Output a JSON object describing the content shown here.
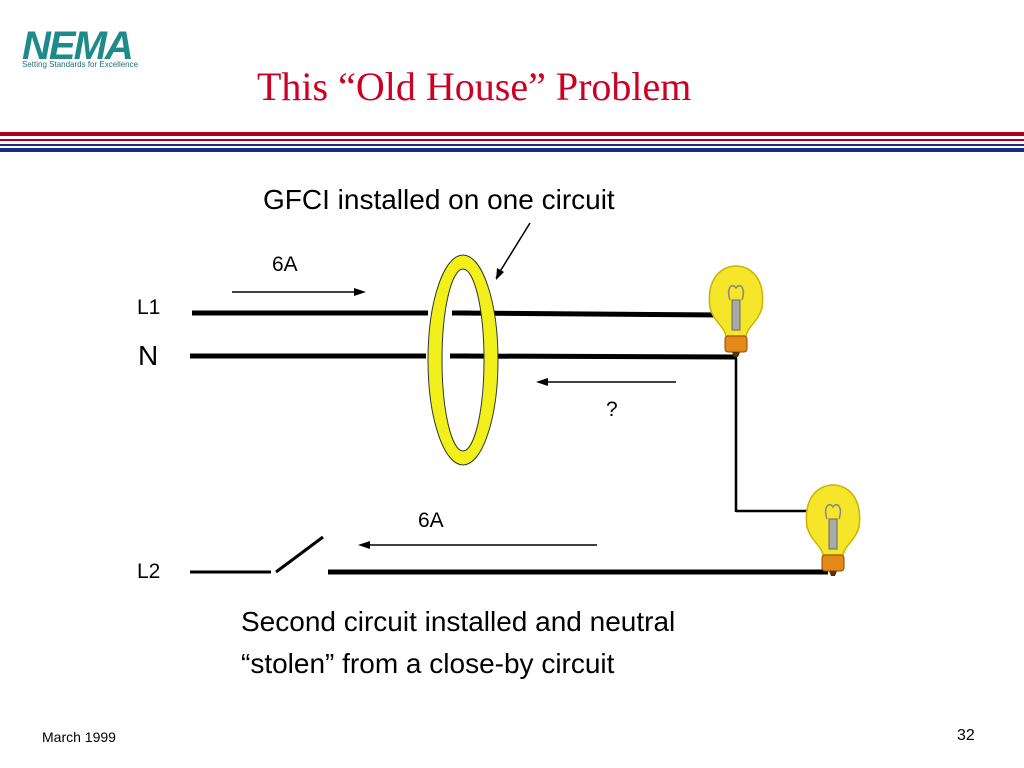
{
  "header": {
    "logo_text": "NEMA",
    "logo_tagline": "Setting Standards for Excellence",
    "title": "This “Old House” Problem"
  },
  "diagram": {
    "caption_top": "GFCI installed on one circuit",
    "current_l1": "6A",
    "label_l1": "L1",
    "label_n": "N",
    "return_current": "?",
    "current_l2": "6A",
    "label_l2": "L2",
    "caption_bottom_line1": "Second circuit installed and neutral",
    "caption_bottom_line2": "“stolen” from a close-by circuit"
  },
  "footer": {
    "date": "March 1999",
    "page_number": "32"
  },
  "colors": {
    "title": "#cc0022",
    "logo": "#1f8a8a",
    "rule_red": "#b00020",
    "rule_blue": "#1a2a8a",
    "ring": "#f2f01a",
    "bulb_glass": "#f6e62a",
    "bulb_base": "#e58a1a"
  }
}
